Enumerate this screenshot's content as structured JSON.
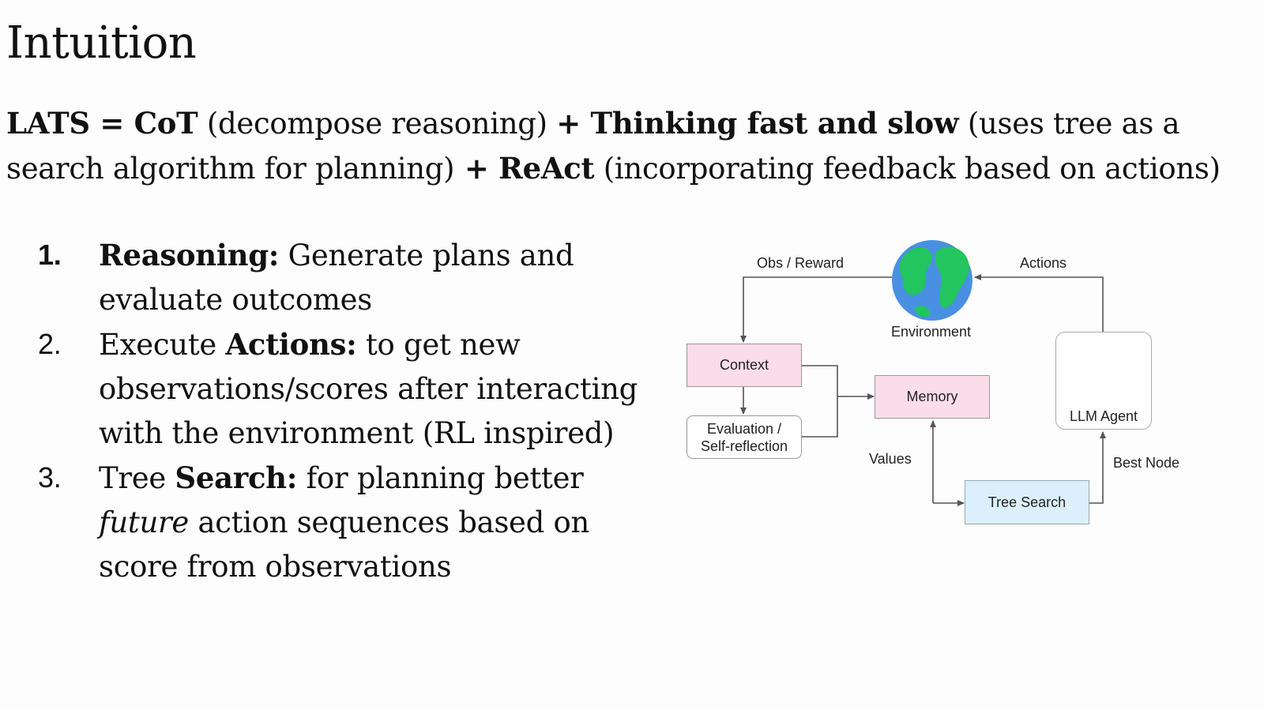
{
  "title": "Intuition",
  "intro": {
    "p1_bold": "LATS = CoT",
    "p1_rest": " (decompose reasoning) ",
    "p2_bold": " + Thinking fast and slow",
    "p2_rest": " (uses tree as a search algorithm for planning)",
    "p3_bold": " + ReAct",
    "p3_rest": " (incorporating feedback based on actions)"
  },
  "items": [
    {
      "num": "1.",
      "bold": "Reasoning:",
      "text": " Generate plans and evaluate outcomes"
    },
    {
      "num": "2.",
      "pre": "Execute ",
      "bold": "Actions:",
      "text": " to get new observations/scores after interacting with the environment (RL inspired)"
    },
    {
      "num": "3.",
      "pre": "Tree ",
      "bold": "Search:",
      "mid": " for planning better ",
      "italic": "future",
      "text": " action sequences based on score from observations"
    }
  ],
  "diagram": {
    "environment": "Environment",
    "obs_reward": "Obs / Reward",
    "actions": "Actions",
    "context": "Context",
    "evaluation_line1": "Evaluation /",
    "evaluation_line2": "Self-reflection",
    "memory": "Memory",
    "values": "Values",
    "tree_search": "Tree Search",
    "best_node": "Best Node",
    "llm_agent": "LLM Agent",
    "colors": {
      "pink": "#fbdde9",
      "blue": "#dbeffc",
      "ocean": "#4a90e2",
      "land": "#22c55e",
      "robot": "#5bc0de"
    }
  }
}
